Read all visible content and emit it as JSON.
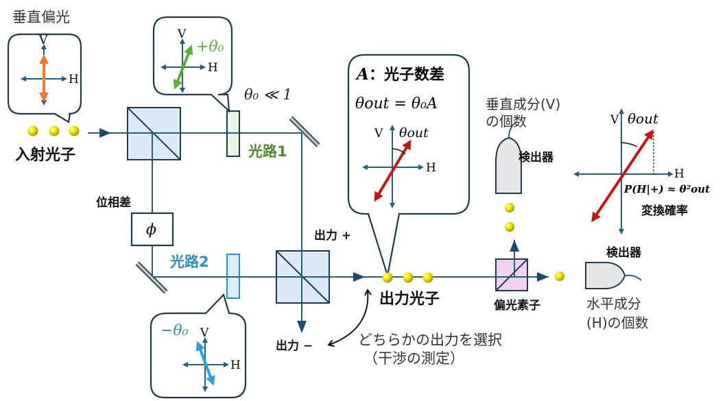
{
  "title": "光子数差による偏光回転の干渉測定",
  "colors": {
    "beam": "#1f5f82",
    "outline": "#1c3a4e",
    "cube_fill": "#dce9f7",
    "polarizer_fill": "#f1d2ee",
    "plate1_fill": "#e8f5e4",
    "plate2_fill": "#dcefff",
    "plate2_stroke": "#2a8fd0",
    "photon": "#f0e800",
    "vertical_pol": "#ef7a35",
    "plus_theta": "#58b033",
    "minus_theta": "#2aa3d8",
    "theta_out": "#cc1111",
    "path1_label": "#4c8c2b",
    "path2_label": "#2a8fc0",
    "detector_fill": "#e6e6e6"
  },
  "labels": {
    "vertical_polarization": "垂直偏光",
    "input_photons": "入射光子",
    "phase_difference": "位相差",
    "phase_symbol": "ϕ",
    "theta_condition": "θ₀ ≪ 1",
    "path1": "光路1",
    "path2": "光路2",
    "output_plus": "出力 +",
    "output_minus": "出力 −",
    "output_photons": "出力光子",
    "choose_output_line1": "どちらかの出力を選択",
    "choose_output_line2": "（干渉の測定）",
    "polarizer": "偏光素子",
    "detector_v": "検出器",
    "detector_h": "検出器",
    "v_count_line1": "垂直成分(V)",
    "v_count_line2": "の個数",
    "h_count_line1": "水平成分",
    "h_count_line2": "(H)の個数",
    "conversion_probability": "変換確率",
    "probability_formula": "P(H|+) ≈ θ²out"
  },
  "callouts": {
    "input": {
      "v": "V",
      "h": "H"
    },
    "plate1": {
      "v": "V",
      "h": "H",
      "angle": "+θ₀"
    },
    "plate2": {
      "v": "V",
      "h": "H",
      "angle": "−θ₀"
    },
    "output": {
      "heading_var": "A",
      "heading_text": "：光子数差",
      "equation": "θout = θ₀A",
      "v": "V",
      "h": "H",
      "angle": "θout"
    },
    "right_axes": {
      "v": "V",
      "h": "H",
      "angle": "θout"
    }
  }
}
